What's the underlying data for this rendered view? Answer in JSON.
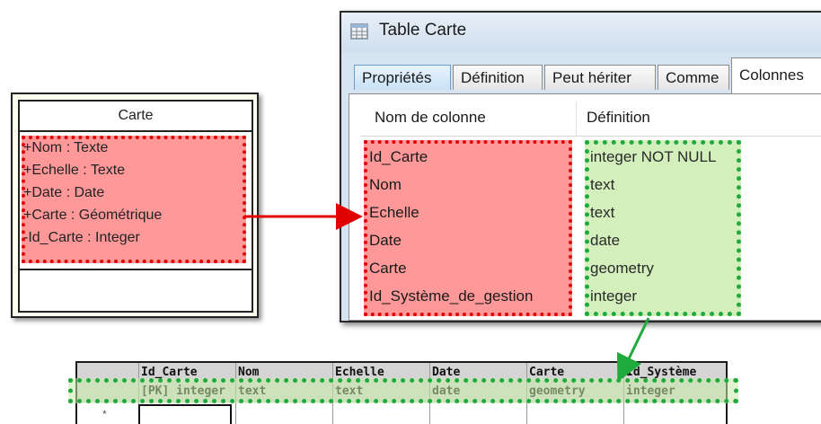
{
  "uml": {
    "class_name": "Carte",
    "attributes": [
      "+Nom : Texte",
      "+Echelle : Texte",
      "+Date : Date",
      "+Carte : Géométrique",
      "-Id_Carte : Integer"
    ]
  },
  "window": {
    "title": "Table Carte",
    "tabs": [
      "Propriétés",
      "Définition",
      "Peut hériter",
      "Comme",
      "Colonnes"
    ],
    "active_tab": "Colonnes",
    "columns_header": [
      "Nom de colonne",
      "Définition"
    ],
    "rows": [
      {
        "name": "Id_Carte",
        "definition": "integer NOT NULL"
      },
      {
        "name": "Nom",
        "definition": "text"
      },
      {
        "name": "Echelle",
        "definition": "text"
      },
      {
        "name": "Date",
        "definition": "date"
      },
      {
        "name": "Carte",
        "definition": "geometry"
      },
      {
        "name": "Id_Système_de_gestion",
        "definition": "integer"
      }
    ]
  },
  "bottom_table": {
    "columns": [
      {
        "name": "Id_Carte",
        "type": "[PK] integer"
      },
      {
        "name": "Nom",
        "type": "text"
      },
      {
        "name": "Echelle",
        "type": "text"
      },
      {
        "name": "Date",
        "type": "date"
      },
      {
        "name": "Carte",
        "type": "geometry"
      },
      {
        "name": "Id_Système",
        "type": "integer"
      }
    ]
  },
  "colors": {
    "highlight_red": "#e00000",
    "highlight_green": "#1eaa3c",
    "arrow_red": "#e00000",
    "arrow_green": "#1eaa3c"
  },
  "icons": {
    "window_icon": "table-icon"
  }
}
